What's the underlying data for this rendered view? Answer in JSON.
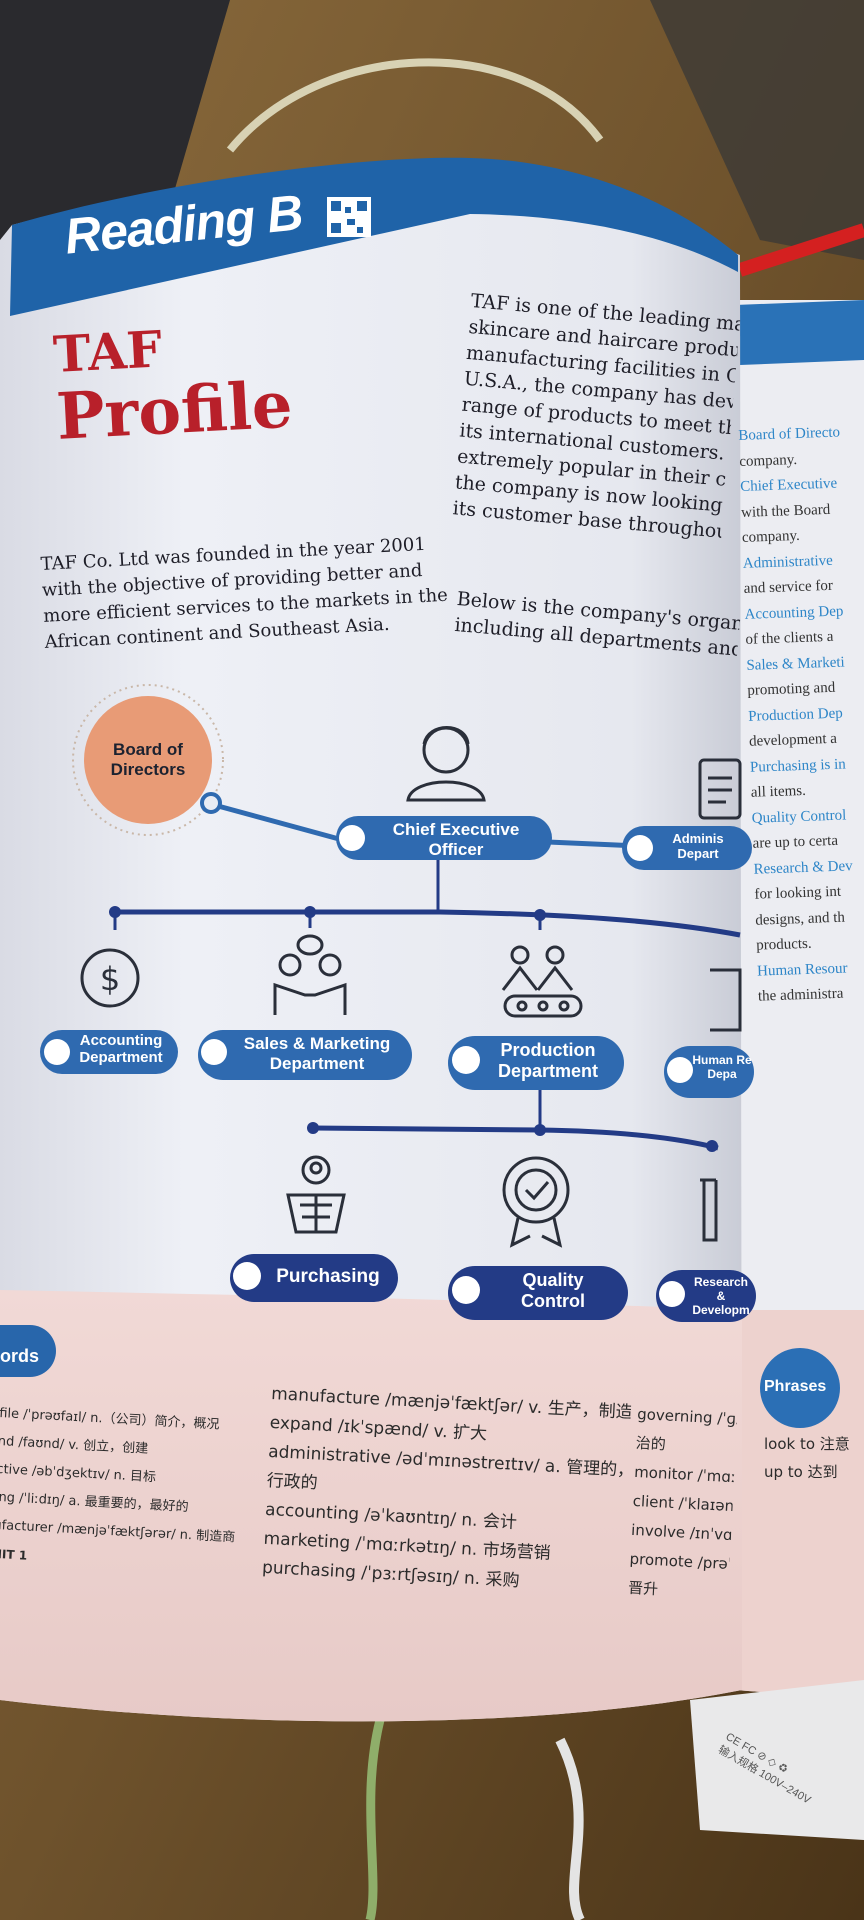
{
  "page": {
    "section_label": "Reading B",
    "title_line1": "TAF",
    "title_line2": "Profile",
    "intro": [
      "TAF Co. Ltd was founded in the year 2001",
      "with the objective of providing better and",
      "more efficient services to the markets in the",
      "African continent and Southeast Asia."
    ],
    "right_column": [
      "TAF is one of the leading manu",
      "skincare and haircare produc",
      "manufacturing facilities in Chi",
      "U.S.A., the company has develo",
      "range of products to meet the d",
      "its international customers. TAF p",
      "extremely popular in their curren",
      "the company is now looking to fu",
      "its customer base throughout the w"
    ],
    "below_text": [
      "Below is the company's organ",
      "including all departments and t"
    ]
  },
  "org_chart": {
    "board": [
      "Board of",
      "Directors"
    ],
    "ceo": [
      "Chief Executive",
      "Officer"
    ],
    "admin": [
      "Adminis",
      "Depart"
    ],
    "accounting": [
      "Accounting",
      "Department"
    ],
    "sales": [
      "Sales & Marketing",
      "Department"
    ],
    "production": [
      "Production",
      "Department"
    ],
    "human": [
      "Human Re",
      "Depa"
    ],
    "purchasing": [
      "Purchasing"
    ],
    "quality": [
      "Quality",
      "Control"
    ],
    "research": [
      "Research &",
      "Developm"
    ]
  },
  "side_page": {
    "lines": [
      {
        "text": "Board of Directo",
        "color": "#2e86c8"
      },
      {
        "text": "company.",
        "color": "#333333"
      },
      {
        "text": "Chief Executive",
        "color": "#2e86c8"
      },
      {
        "text": "with the Board",
        "color": "#333333"
      },
      {
        "text": "company.",
        "color": "#333333"
      },
      {
        "text": "Administrative",
        "color": "#2e86c8"
      },
      {
        "text": "and service for",
        "color": "#333333"
      },
      {
        "text": "Accounting Dep",
        "color": "#2e86c8"
      },
      {
        "text": "of the clients a",
        "color": "#333333"
      },
      {
        "text": "Sales & Marketi",
        "color": "#2e86c8"
      },
      {
        "text": "promoting and",
        "color": "#333333"
      },
      {
        "text": "Production Dep",
        "color": "#2e86c8"
      },
      {
        "text": "development a",
        "color": "#333333"
      },
      {
        "text": "Purchasing is in",
        "color": "#2e86c8"
      },
      {
        "text": "all items.",
        "color": "#333333"
      },
      {
        "text": "Quality Control",
        "color": "#2e86c8"
      },
      {
        "text": "are up to certa",
        "color": "#333333"
      },
      {
        "text": "Research & Dev",
        "color": "#2e86c8"
      },
      {
        "text": "for looking int",
        "color": "#333333"
      },
      {
        "text": "designs, and th",
        "color": "#333333"
      },
      {
        "text": "products.",
        "color": "#333333"
      },
      {
        "text": "Human Resour",
        "color": "#2e86c8"
      },
      {
        "text": "the administra",
        "color": "#333333"
      }
    ]
  },
  "words_section": {
    "header": "ords",
    "col1": [
      "file /ˈprəʊfaɪl/ n.（公司）简介，概况",
      "nd /faʊnd/ v. 创立，创建",
      "ctive /əbˈdʒektɪv/ n. 目标",
      "ing /ˈliːdɪŋ/ a. 最重要的，最好的",
      "ufacturer /mænjəˈfæktʃərər/ n. 制造商"
    ],
    "unit": "NIT 1",
    "col2": [
      "manufacture /mænjəˈfæktʃər/ v. 生产，制造",
      "expand /ɪkˈspænd/ v. 扩大",
      "administrative /ədˈmɪnəstreɪtɪv/ a. 管理的，",
      "行政的",
      "accounting /əˈkaʊntɪŋ/ n. 会计",
      "marketing /ˈmɑːrkətɪŋ/ n. 市场营销",
      "purchasing /ˈpɜːrtʃəsɪŋ/ n. 采购"
    ],
    "col3": [
      "governing /ˈɡʌv",
      "治的",
      "monitor /ˈmɑːn",
      "client /ˈklaɪənt/ n.",
      "involve /ɪnˈvɑːlv/",
      "promote /prəˈm",
      "晋升"
    ],
    "phrases_label": "Phrases",
    "phrases": [
      "look to 注意",
      "up to 达到"
    ]
  },
  "charger": {
    "line1": "CE FC ⊘ ◇ ♻",
    "line2": "输入规格 100V–240V"
  },
  "colors": {
    "banner": "#1f63a8",
    "title_red": "#b8202a",
    "pill_navy": "#233b86",
    "pill_blue": "#2f6ab0",
    "board_circle": "#e89b76"
  }
}
